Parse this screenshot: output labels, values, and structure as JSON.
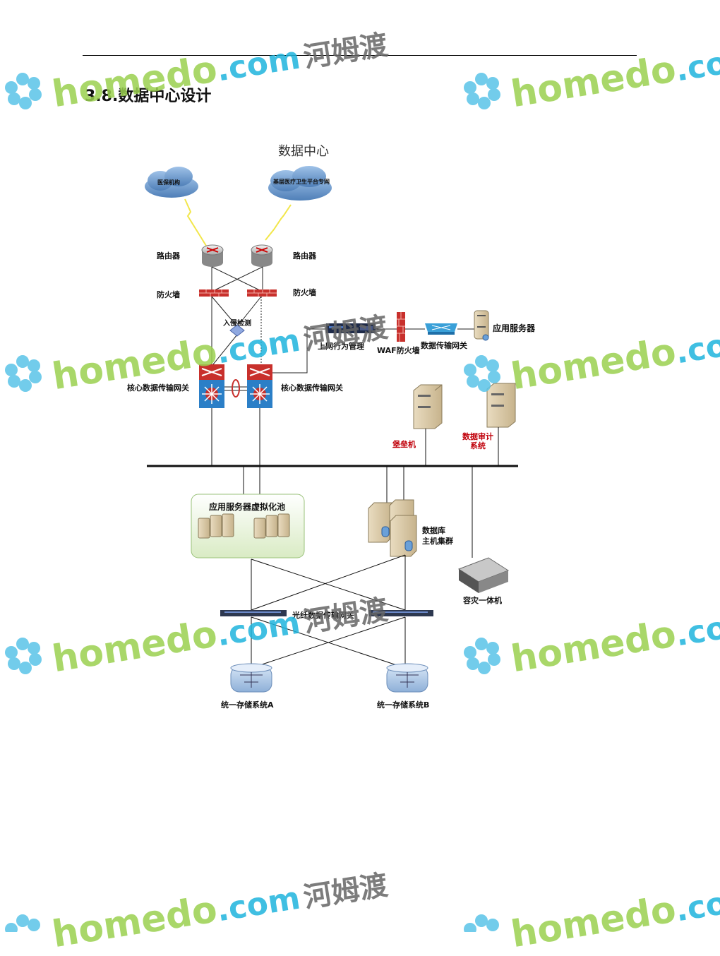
{
  "section": {
    "title": "3.8.数据中心设计"
  },
  "diagram": {
    "title": "数据中心",
    "clouds": {
      "left": "医保机构",
      "right": "基层医疗卫生平台专网"
    },
    "router_left": "路由器",
    "router_right": "路由器",
    "firewall_left": "防火墙",
    "firewall_right": "防火墙",
    "ids": "入侵检测",
    "core_left": "核心数据传输网关",
    "core_right": "核心数据传输网关",
    "behavior_mgmt": "上网行为管理",
    "waf": "WAF防火墙",
    "data_gateway": "数据传输网关",
    "app_server": "应用服务器",
    "bastion": "堡垒机",
    "audit": "数据审计\n系统",
    "virt_pool": "应用服务器虚拟化池",
    "db_cluster": "数据库\n主机集群",
    "dr_box": "容灾一体机",
    "fiber_gateway": "光纤数据传输网关",
    "storage_a": "统一存储系统A",
    "storage_b": "统一存储系统B"
  },
  "watermark": {
    "brand": "homedo",
    "suffix": ".com",
    "cn": "河姆渡",
    "colors": {
      "green": "#9bd150",
      "blue": "#1fb5dd",
      "gray": "#666666"
    }
  }
}
